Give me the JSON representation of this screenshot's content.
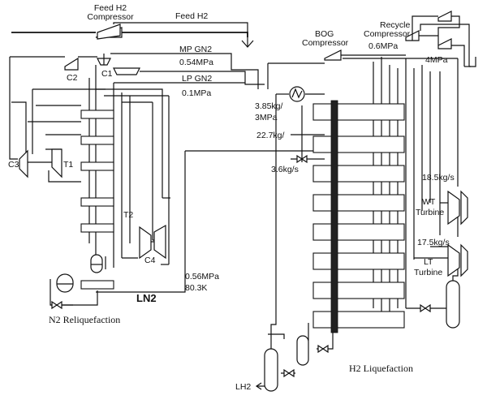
{
  "labels": {
    "feed_compressor_line1": "Feed H2",
    "feed_compressor_line2": "Compressor",
    "feed_h2": "Feed H2",
    "bog_line1": "BOG",
    "bog_line2": "Compressor",
    "recycle_line1": "Recycle",
    "recycle_line2": "Compressor",
    "p_06": "0.6MPa",
    "p_4": "4MPa",
    "mp_gn2": "MP GN2",
    "p_054": "0.54MPa",
    "lp_gn2": "LP GN2",
    "p_01": "0.1MPa",
    "c1": "C1",
    "c2": "C2",
    "c3": "C3",
    "c4": "C4",
    "t1": "T1",
    "t2": "T2",
    "flow_385": "3.85kg/",
    "p_3": "3MPa",
    "flow_227": "22.7kg/",
    "flow_36": "3.6kg/s",
    "flow_185": "18.5kg/s",
    "wt_line1": "WT",
    "wt_line2": "Turbine",
    "flow_175": "17.5kg/s",
    "lt_line1": "LT",
    "lt_line2": "Turbine",
    "p_056": "0.56MPa",
    "temp_803": "80.3K",
    "ln2": "LN2",
    "lh2": "LH2",
    "n2_title": "N2 Reliquefaction",
    "h2_title": "H2 Liquefaction"
  }
}
